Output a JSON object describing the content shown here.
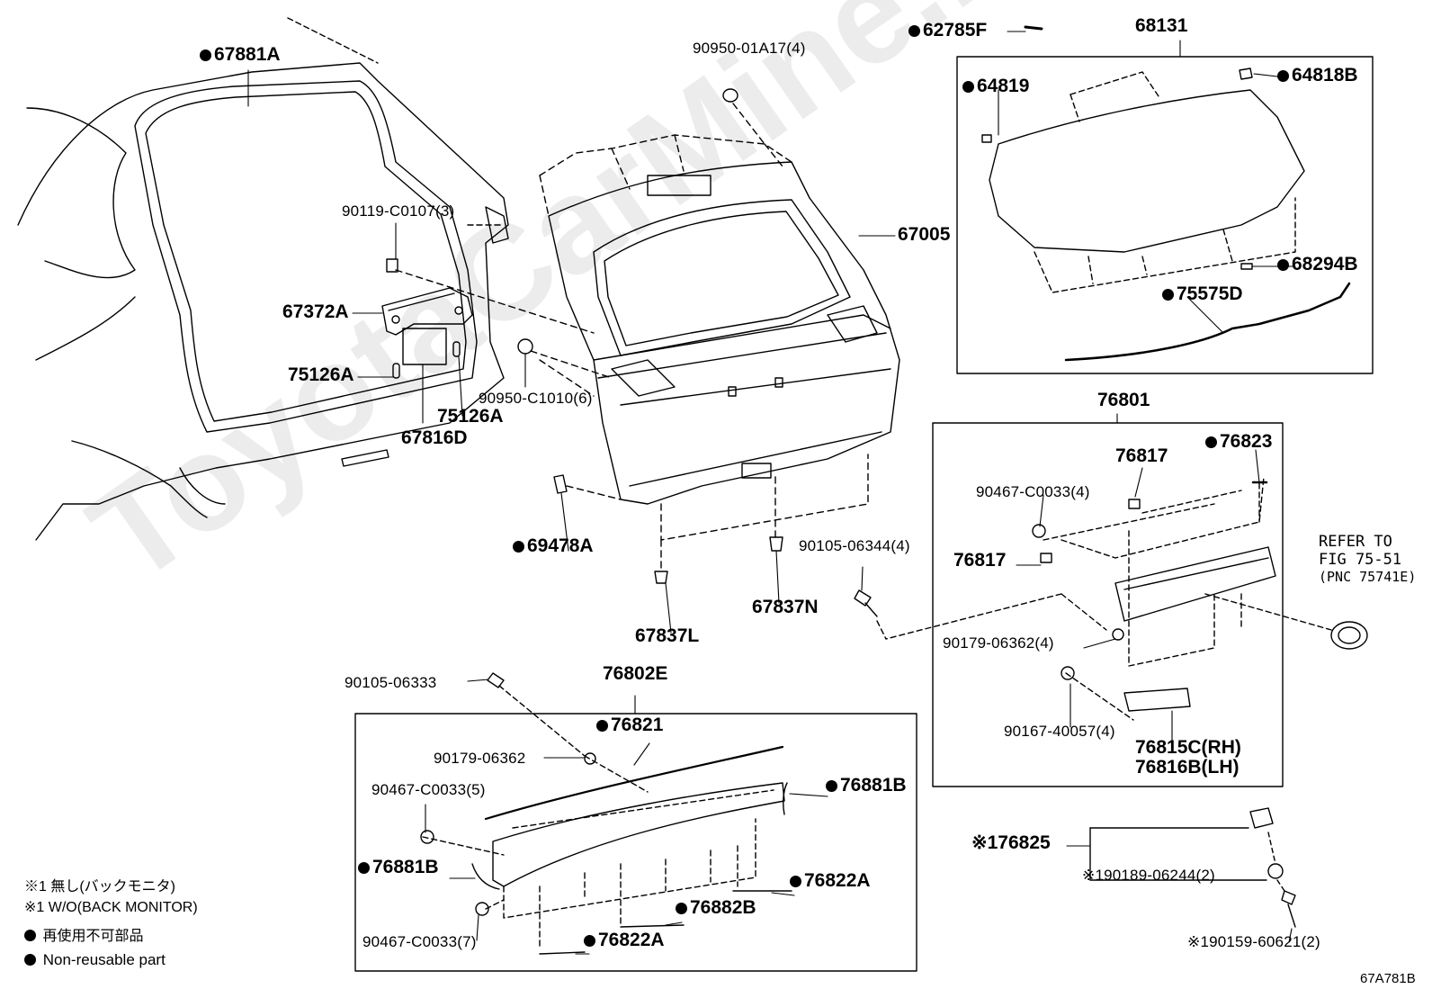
{
  "diagram_code": "67A781B",
  "refer": {
    "line1": "REFER TO",
    "line2": "FIG 75-51",
    "line3": "(PNC 75741E)"
  },
  "legend": {
    "note1_jp": "※1 無し(バックモニタ)",
    "note1_en": "※1 W/O(BACK MONITOR)",
    "nonreusable_jp": "再使用不可部品",
    "nonreusable_en": "Non-reusable part"
  },
  "watermark": "ToyotaCarMine.ru",
  "labels": [
    {
      "id": "67881A",
      "text": "67881A",
      "dot": true
    },
    {
      "id": "90950-01A17",
      "text": "90950-01A17(4)"
    },
    {
      "id": "62785F",
      "text": "62785F",
      "dot": true
    },
    {
      "id": "68131",
      "text": "68131"
    },
    {
      "id": "64819",
      "text": "64819",
      "dot": true
    },
    {
      "id": "64818B",
      "text": "64818B",
      "dot": true
    },
    {
      "id": "90119-C0107",
      "text": "90119-C0107(3)"
    },
    {
      "id": "67005",
      "text": "67005"
    },
    {
      "id": "67372A",
      "text": "67372A"
    },
    {
      "id": "68294B",
      "text": "68294B",
      "dot": true
    },
    {
      "id": "75575D",
      "text": "75575D",
      "dot": true
    },
    {
      "id": "75126A-1",
      "text": "75126A"
    },
    {
      "id": "90950-C1010",
      "text": "90950-C1010(6)"
    },
    {
      "id": "75126A-2",
      "text": "75126A"
    },
    {
      "id": "67816D",
      "text": "67816D"
    },
    {
      "id": "76801",
      "text": "76801"
    },
    {
      "id": "76817-1",
      "text": "76817"
    },
    {
      "id": "76823",
      "text": "76823",
      "dot": true
    },
    {
      "id": "90467-C0033-4",
      "text": "90467-C0033(4)"
    },
    {
      "id": "69478A",
      "text": "69478A",
      "dot": true
    },
    {
      "id": "90105-06344",
      "text": "90105-06344(4)"
    },
    {
      "id": "76817-2",
      "text": "76817"
    },
    {
      "id": "67837N",
      "text": "67837N"
    },
    {
      "id": "67837L",
      "text": "67837L"
    },
    {
      "id": "90179-06362-4",
      "text": "90179-06362(4)"
    },
    {
      "id": "90105-06333",
      "text": "90105-06333"
    },
    {
      "id": "76802E",
      "text": "76802E"
    },
    {
      "id": "90167-40057",
      "text": "90167-40057(4)"
    },
    {
      "id": "76821",
      "text": "76821",
      "dot": true
    },
    {
      "id": "76815C",
      "text": "76815C(RH)"
    },
    {
      "id": "76816B",
      "text": "76816B(LH)"
    },
    {
      "id": "90179-06362",
      "text": "90179-06362"
    },
    {
      "id": "76881B-r",
      "text": "76881B",
      "dot": true
    },
    {
      "id": "90467-C0033-5",
      "text": "90467-C0033(5)"
    },
    {
      "id": "76825",
      "text": "※176825"
    },
    {
      "id": "90189-06244",
      "text": "※190189-06244(2)"
    },
    {
      "id": "76881B-l",
      "text": "76881B",
      "dot": true
    },
    {
      "id": "76822A-r",
      "text": "76822A",
      "dot": true
    },
    {
      "id": "76882B",
      "text": "76882B",
      "dot": true
    },
    {
      "id": "90467-C0033-7",
      "text": "90467-C0033(7)"
    },
    {
      "id": "90159-60621",
      "text": "※190159-60621(2)"
    },
    {
      "id": "76822A-l",
      "text": "76822A",
      "dot": true
    }
  ]
}
